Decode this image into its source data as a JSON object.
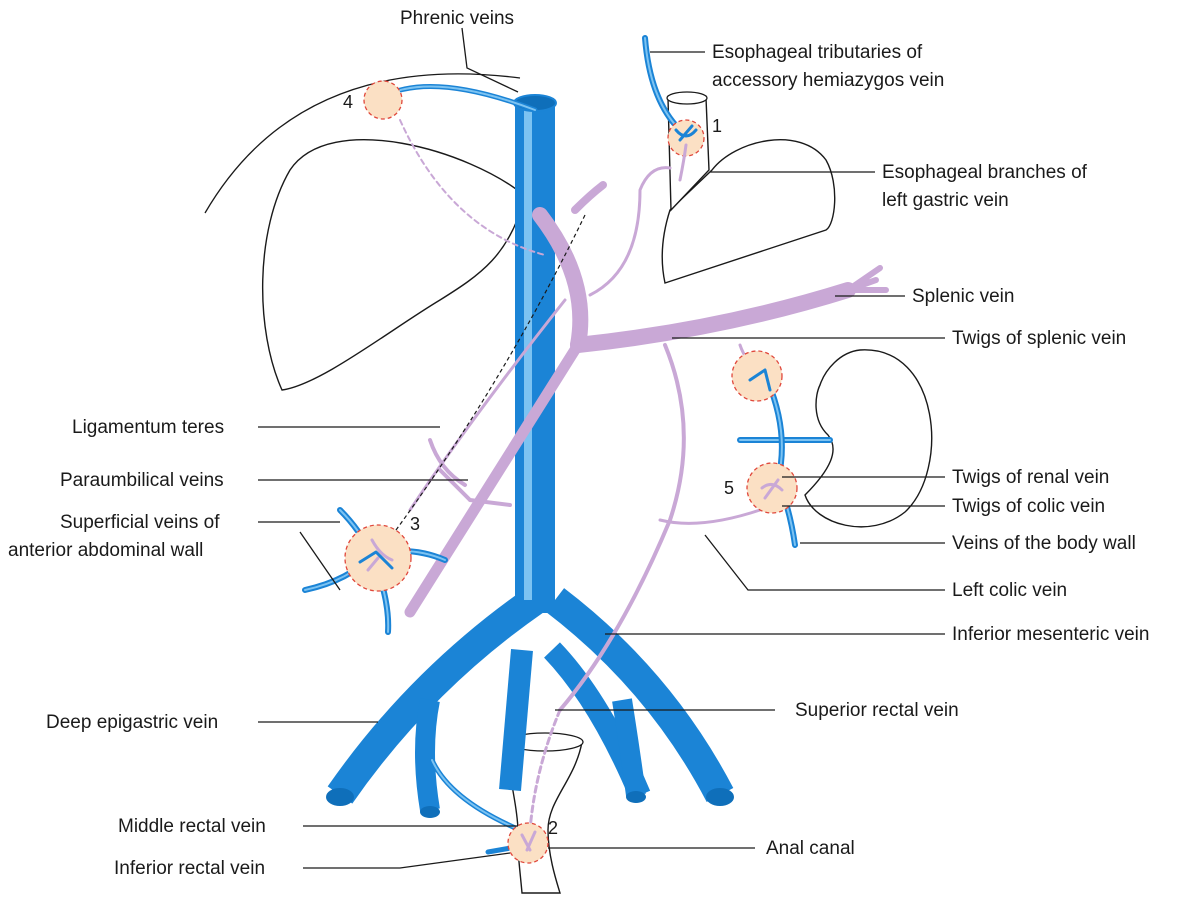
{
  "figure": {
    "labels": {
      "phrenic_veins": "Phrenic veins",
      "esophageal_tributaries_line1": "Esophageal tributaries of",
      "esophageal_tributaries_line2": "accessory hemiazygos vein",
      "esophageal_branches_line1": "Esophageal branches of",
      "esophageal_branches_line2": "left gastric vein",
      "splenic_vein": "Splenic vein",
      "twigs_splenic": "Twigs of splenic vein",
      "ligamentum_teres": "Ligamentum teres",
      "paraumbilical_veins": "Paraumbilical veins",
      "superficial_veins_line1": "Superficial veins of",
      "superficial_veins_line2": "anterior abdominal wall",
      "twigs_renal": "Twigs of renal vein",
      "twigs_colic": "Twigs of colic vein",
      "veins_body_wall": "Veins of the body wall",
      "left_colic_vein": "Left colic vein",
      "inferior_mesenteric_vein": "Inferior mesenteric vein",
      "deep_epigastric_vein": "Deep epigastric vein",
      "superior_rectal_vein": "Superior rectal vein",
      "middle_rectal_vein": "Middle rectal vein",
      "inferior_rectal_vein": "Inferior rectal vein",
      "anal_canal": "Anal canal"
    },
    "site_numbers": {
      "site_1": "1",
      "site_2": "2",
      "site_3": "3",
      "site_4": "4",
      "site_5": "5"
    },
    "colors": {
      "systemic_vein": "#1b84d6",
      "systemic_vein_highlight": "#7cc3f2",
      "portal_vein": "#c9a8d6",
      "anastomosis_fill": "#fbe0c4",
      "anastomosis_border": "#e0483c",
      "outline": "#1a1a1a"
    }
  }
}
